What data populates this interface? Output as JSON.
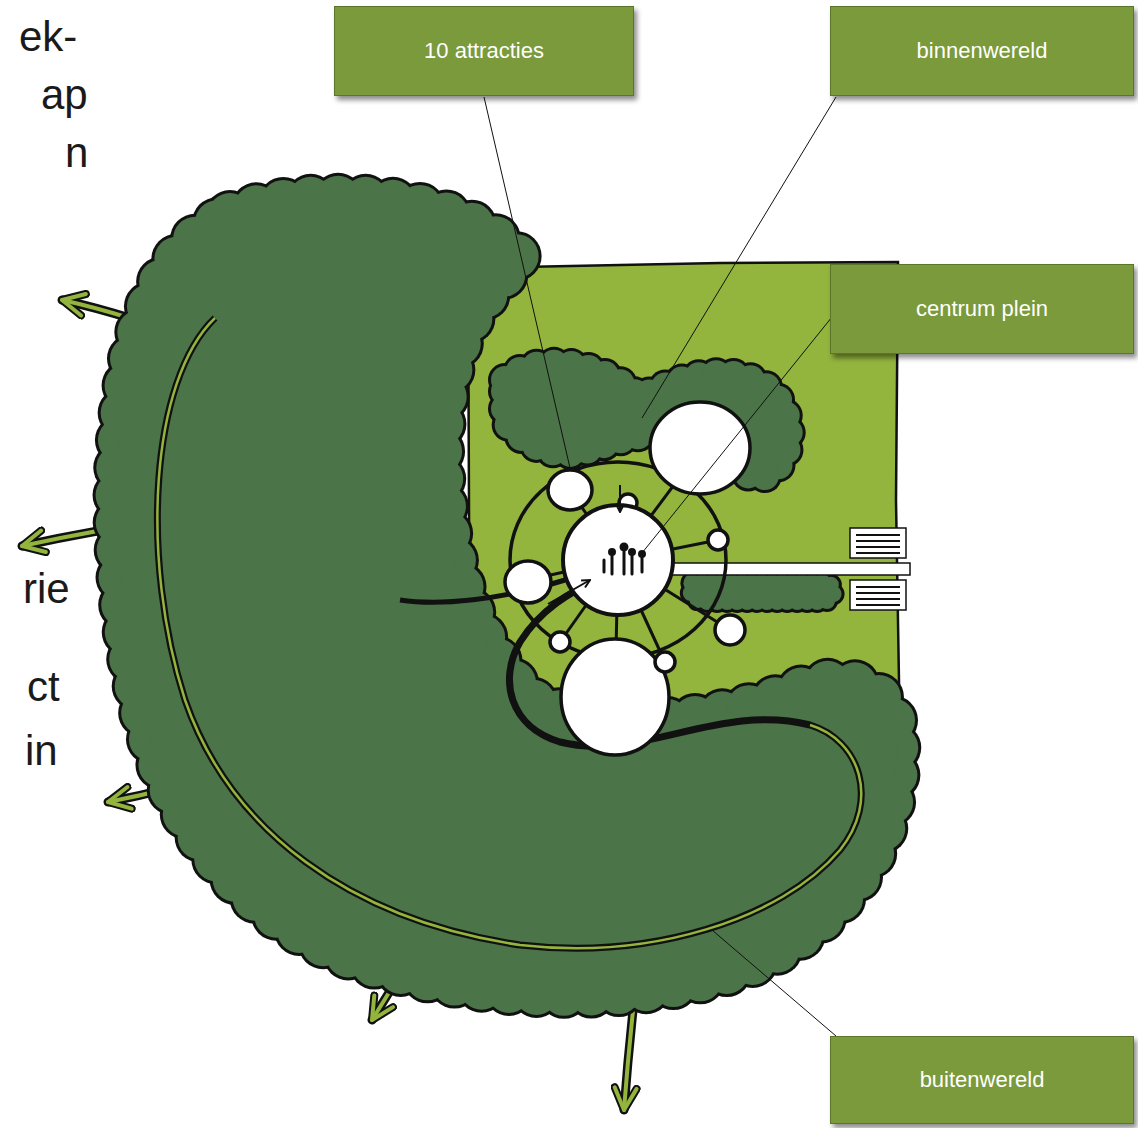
{
  "diagram": {
    "nodes": [
      {
        "text": [
          "10 attracties"
        ]
      },
      {
        "text": [
          "binnenwereld"
        ]
      },
      {
        "text": [
          "centrum plein"
        ]
      },
      {
        "text": [
          "buitenwereld"
        ]
      }
    ],
    "edges": [],
    "labels": [
      "ek-",
      "ap",
      "n",
      "rie",
      "ct",
      "in"
    ]
  }
}
